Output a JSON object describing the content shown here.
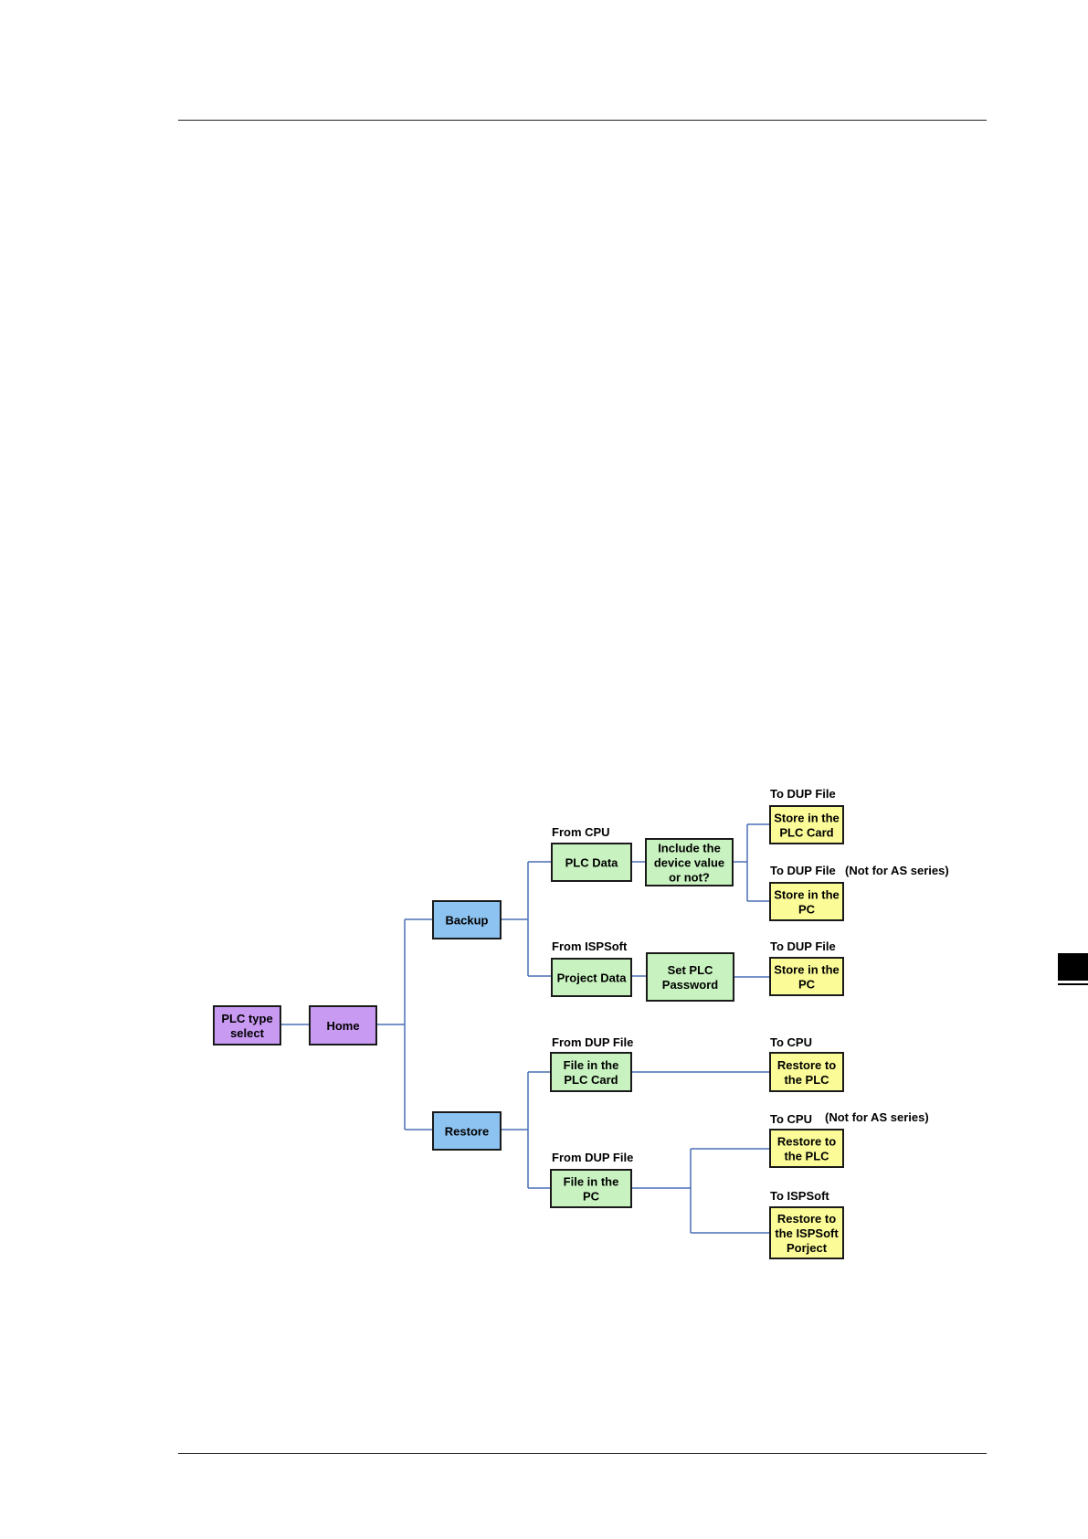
{
  "colors": {
    "purple": "#c89af2",
    "blue": "#8dc3f0",
    "green": "#c8f2c0",
    "yellow": "#fbfb98",
    "connector": "#4a6fb5"
  },
  "nodes": [
    {
      "id": "plc-type-select",
      "lines": [
        "PLC type",
        "select"
      ],
      "color": "purple"
    },
    {
      "id": "home",
      "lines": [
        "Home"
      ],
      "color": "purple"
    },
    {
      "id": "backup",
      "lines": [
        "Backup"
      ],
      "color": "blue"
    },
    {
      "id": "restore",
      "lines": [
        "Restore"
      ],
      "color": "blue"
    },
    {
      "id": "plc-data",
      "lines": [
        "PLC Data"
      ],
      "color": "green"
    },
    {
      "id": "include-device-value",
      "lines": [
        "Include the",
        "device value",
        "or not?"
      ],
      "color": "green"
    },
    {
      "id": "project-data",
      "lines": [
        "Project Data"
      ],
      "color": "green"
    },
    {
      "id": "set-plc-password",
      "lines": [
        "Set PLC",
        "Password"
      ],
      "color": "green"
    },
    {
      "id": "file-in-plc-card",
      "lines": [
        "File in the",
        "PLC Card"
      ],
      "color": "green"
    },
    {
      "id": "file-in-pc",
      "lines": [
        "File in the",
        "PC"
      ],
      "color": "green"
    },
    {
      "id": "store-in-plc-card",
      "lines": [
        "Store in the",
        "PLC Card"
      ],
      "color": "yellow"
    },
    {
      "id": "store-in-pc-1",
      "lines": [
        "Store in the",
        "PC"
      ],
      "color": "yellow"
    },
    {
      "id": "store-in-pc-2",
      "lines": [
        "Store in the",
        "PC"
      ],
      "color": "yellow"
    },
    {
      "id": "restore-to-plc-1",
      "lines": [
        "Restore to",
        "the PLC"
      ],
      "color": "yellow"
    },
    {
      "id": "restore-to-plc-2",
      "lines": [
        "Restore to",
        "the PLC"
      ],
      "color": "yellow"
    },
    {
      "id": "restore-to-ispsoft",
      "lines": [
        "Restore to",
        "the ISPSoft",
        "Porject"
      ],
      "color": "yellow"
    }
  ],
  "captions": {
    "to_dup_file_1": "To DUP File",
    "from_cpu": "From CPU",
    "to_dup_file_2": "To DUP File",
    "not_for_as_1": "(Not for AS series)",
    "from_ispsoft": "From ISPSoft",
    "to_dup_file_3": "To DUP File",
    "from_dup_file_1": "From DUP File",
    "to_cpu_1": "To CPU",
    "to_cpu_2": "To CPU",
    "not_for_as_2": "(Not for AS series)",
    "from_dup_file_2": "From DUP File",
    "to_ispsoft": "To ISPSoft"
  }
}
